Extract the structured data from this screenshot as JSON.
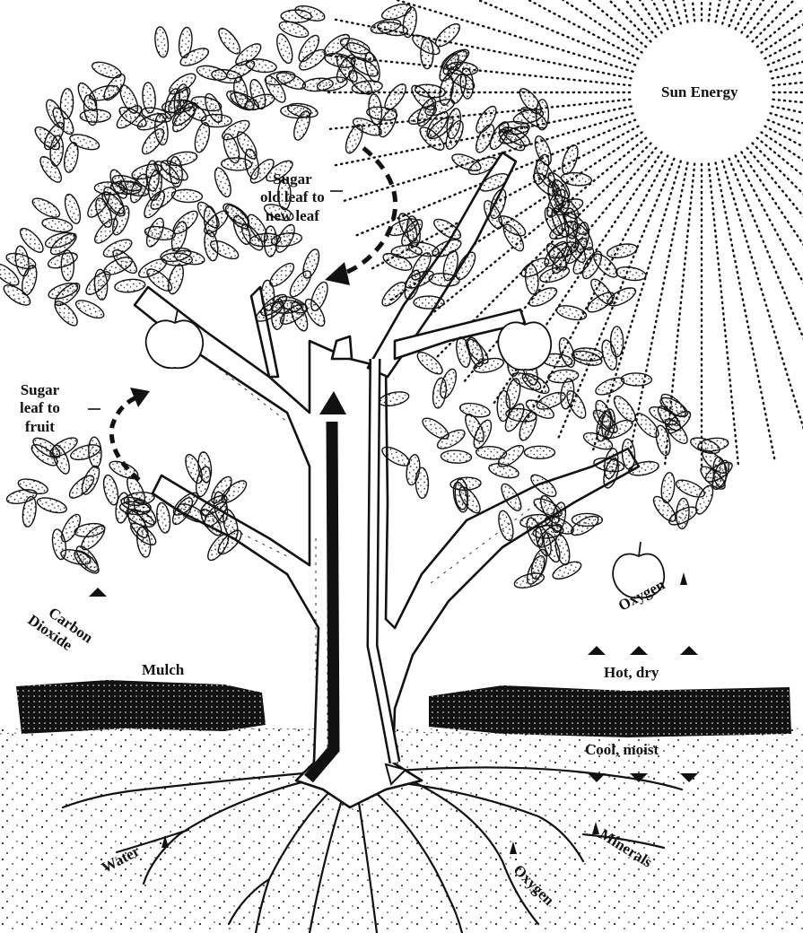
{
  "labels": {
    "sun": "Sun Energy",
    "sugar_old_new": [
      "Sugar",
      "old leaf to",
      "new leaf"
    ],
    "sugar_fruit": [
      "Sugar",
      "leaf to",
      "fruit"
    ],
    "carbon_dioxide": [
      "Carbon",
      "Dioxide"
    ],
    "oxygen_air": "Oxygen",
    "mulch": "Mulch",
    "hot_dry": "Hot, dry",
    "cool_moist": "Cool, moist",
    "minerals": "Minerals",
    "oxygen_soil": "Oxygen",
    "water": "Water"
  }
}
